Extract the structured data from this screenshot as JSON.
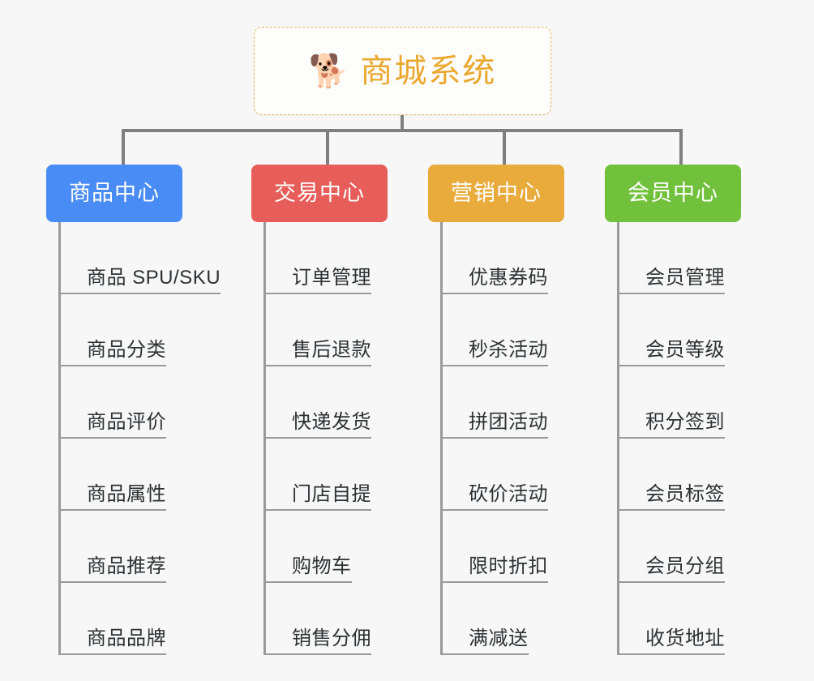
{
  "diagram": {
    "background_color": "#f7f7f7",
    "root": {
      "icon": "shiba-dog-emoji",
      "emoji": "🐕",
      "title": "商城系统",
      "title_color": "#eaa82e",
      "border_color": "#e9b55c"
    },
    "connector_color": "#7f7f7f",
    "branches": [
      {
        "label": "商品中心",
        "color": "#4a8cf5",
        "items": [
          "商品 SPU/SKU",
          "商品分类",
          "商品评价",
          "商品属性",
          "商品推荐",
          "商品品牌"
        ]
      },
      {
        "label": "交易中心",
        "color": "#e75d5a",
        "items": [
          "订单管理",
          "售后退款",
          "快递发货",
          "门店自提",
          "购物车",
          "销售分佣"
        ]
      },
      {
        "label": "营销中心",
        "color": "#e8ab3c",
        "items": [
          "优惠券码",
          "秒杀活动",
          "拼团活动",
          "砍价活动",
          "限时折扣",
          "满减送"
        ]
      },
      {
        "label": "会员中心",
        "color": "#72c13d",
        "items": [
          "会员管理",
          "会员等级",
          "积分签到",
          "会员标签",
          "会员分组",
          "收货地址"
        ]
      }
    ]
  }
}
